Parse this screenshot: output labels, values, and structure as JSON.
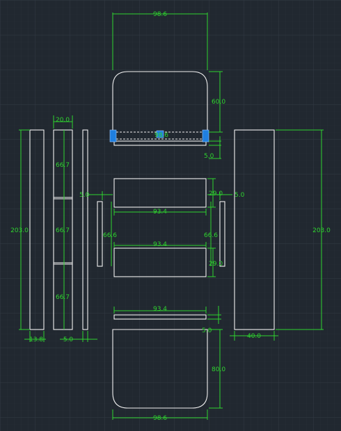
{
  "colors": {
    "background": "#212830",
    "grid_minor": "#2a313a",
    "grid_major": "#333b45",
    "geometry": "#f2f2f2",
    "dimension": "#2fd42f",
    "grip": "#1f7fe0"
  },
  "dimensions": {
    "top_part_width": "98.6",
    "top_part_height": "60.0",
    "top_strip_thickness": "5.0",
    "top_selected_width": "98.6",
    "left_strip_top_width": "20.0",
    "left_seg1": "66.7",
    "left_seg2": "66.7",
    "left_seg3": "66.7",
    "left_overall_height": "203.0",
    "left_bottom_width": "13.8",
    "left_bottom_thickness": "5.0",
    "mid_left_gap": "5.0",
    "mid_right_gap": "5.0",
    "mid_top_height": "29.0",
    "mid_top_width": "93.4",
    "mid_left_side_height": "66.6",
    "mid_right_side_height": "66.6",
    "mid_bottom_width": "93.4",
    "mid_bottom_height": "29.0",
    "right_overall_height": "203.0",
    "right_bottom_width": "40.0",
    "bottom_strip_width": "93.4",
    "bottom_strip_thickness": "5.0",
    "bottom_part_height": "80.0",
    "bottom_part_width": "98.6"
  }
}
